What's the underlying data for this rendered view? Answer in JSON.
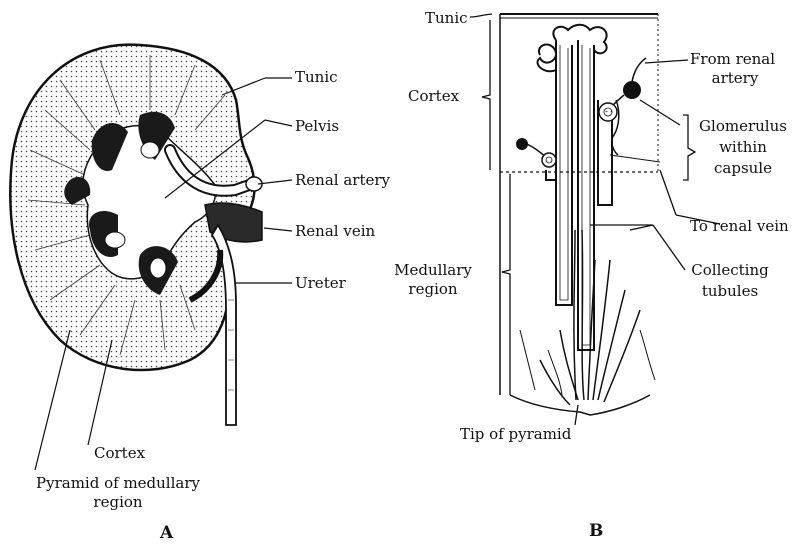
{
  "panelA": {
    "letter": "A",
    "labels": {
      "tunic": "Tunic",
      "pelvis": "Pelvis",
      "renal_artery": "Renal artery",
      "renal_vein": "Renal vein",
      "ureter": "Ureter",
      "cortex": "Cortex",
      "pyramid_line1": "Pyramid of medullary",
      "pyramid_line2": "region"
    }
  },
  "panelB": {
    "letter": "B",
    "labels": {
      "tunic": "Tunic",
      "cortex": "Cortex",
      "medullary_line1": "Medullary",
      "medullary_line2": "region",
      "from_renal_line1": "From renal",
      "from_renal_line2": "artery",
      "glom_line1": "Glomerulus",
      "glom_line2": "within",
      "glom_line3": "capsule",
      "to_renal_vein": "To renal vein",
      "collecting_line1": "Collecting",
      "collecting_line2": "tubules",
      "tip": "Tip of pyramid"
    }
  }
}
